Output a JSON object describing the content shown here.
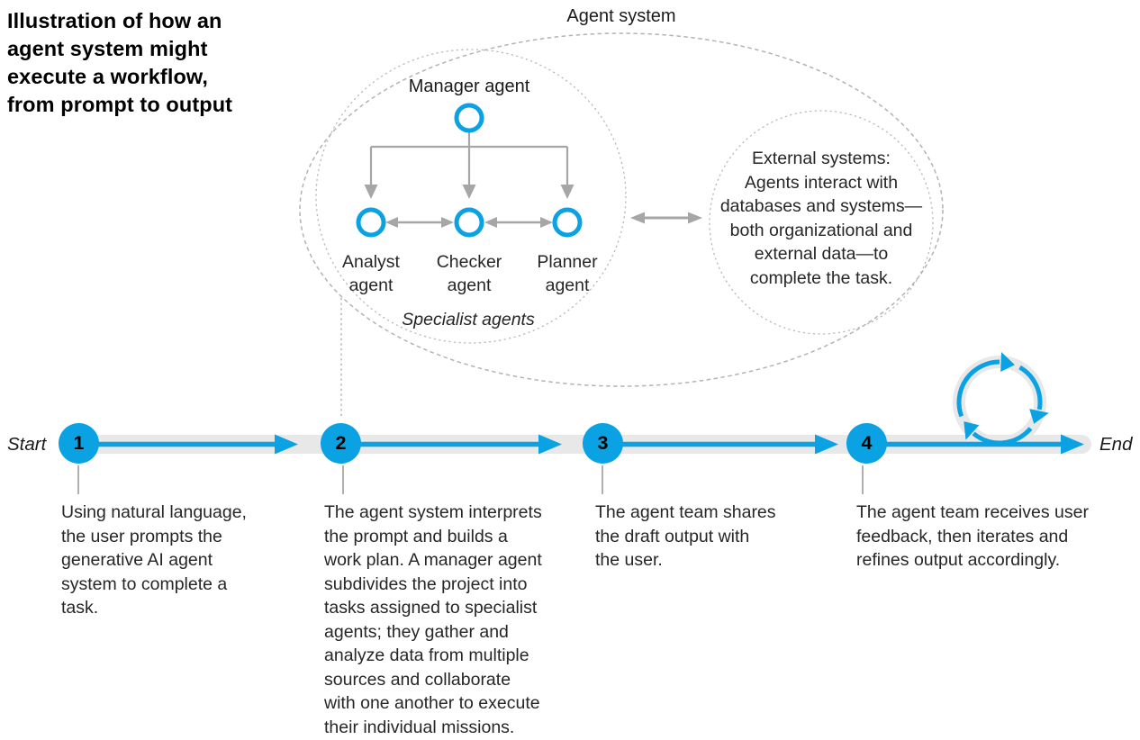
{
  "title": "Illustration of how an\nagent system might\nexecute a workflow,\nfrom prompt to output",
  "agent_system": {
    "label": "Agent system",
    "manager_label": "Manager agent",
    "specialists": [
      {
        "label": "Analyst\nagent"
      },
      {
        "label": "Checker\nagent"
      },
      {
        "label": "Planner\nagent"
      }
    ],
    "specialists_caption": "Specialist agents",
    "external_text": "External systems:\nAgents interact with\ndatabases and systems—\nboth organizational and\nexternal data—to\ncomplete the task."
  },
  "timeline": {
    "start_label": "Start",
    "end_label": "End",
    "steps": [
      {
        "number": "1",
        "description": "Using natural language,\nthe user prompts the\ngenerative AI agent\nsystem to complete a\ntask."
      },
      {
        "number": "2",
        "description": "The agent system interprets\nthe prompt and builds a\nwork plan. A manager agent\nsubdivides the project into\ntasks assigned to specialist\nagents; they gather and\nanalyze data from multiple\nsources and collaborate\nwith one another to execute\ntheir individual missions."
      },
      {
        "number": "3",
        "description": "The agent team shares\nthe draft output with\nthe user."
      },
      {
        "number": "4",
        "description": "The agent team receives user\nfeedback, then iterates and\nrefines output accordingly."
      }
    ]
  },
  "colors": {
    "accent_blue": "#0aa2e2",
    "track_gray": "#e8e8e8",
    "connector_gray": "#a6a6a6",
    "dotted_gray": "#b3b3b3",
    "text_black": "#262626"
  }
}
